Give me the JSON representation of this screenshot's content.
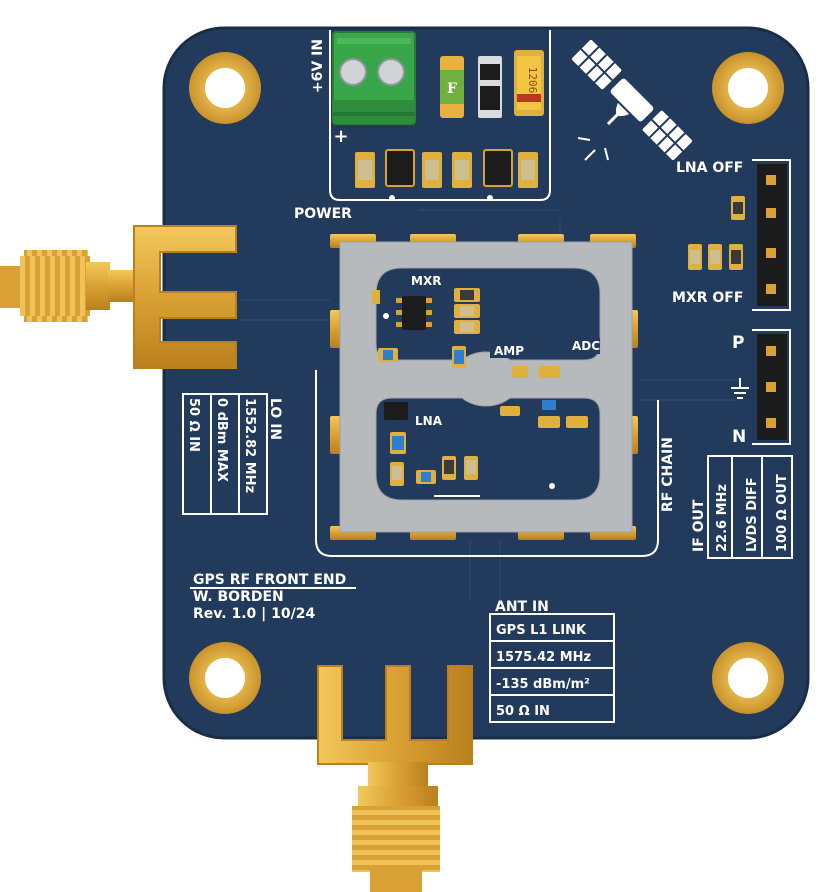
{
  "board": {
    "title_lines": [
      "GPS RF FRONT END",
      "W. BORDEN",
      "Rev. 1.0 | 10/24"
    ]
  },
  "power": {
    "input_label": "+6V IN",
    "plus_mark": "+",
    "section_label": "POWER",
    "cap_marking": "1206",
    "fuse_marking": "F"
  },
  "lo_in": {
    "header": "LO IN",
    "rows": [
      "1552.82 MHz",
      "0 dBm MAX",
      "50 Ω IN"
    ]
  },
  "ant_in": {
    "header": "ANT IN",
    "rows": [
      "GPS L1 LINK",
      "1575.42 MHz",
      "-135 dBm/m²",
      "50 Ω IN"
    ]
  },
  "if_out": {
    "header": "IF OUT",
    "rows": [
      "22.6 MHz",
      "LVDS DIFF",
      "100 Ω OUT"
    ]
  },
  "jumpers": {
    "lna_off": "LNA OFF",
    "mxr_off": "MXR OFF"
  },
  "diff_header": {
    "p": "P",
    "n": "N",
    "ground_symbol": "ground-symbol"
  },
  "rf_chain": {
    "label": "RF CHAIN",
    "mxr": "MXR",
    "amp": "AMP",
    "adc": "ADC",
    "lna": "LNA"
  },
  "colors": {
    "pcb": "#223a5c",
    "pcb_edge": "#1c3150",
    "gold": "#e0ad3a",
    "shield": "#b9bcbf",
    "terminal_green": "#3aa64a"
  },
  "icons": [
    "satellite-icon",
    "ground-icon"
  ]
}
